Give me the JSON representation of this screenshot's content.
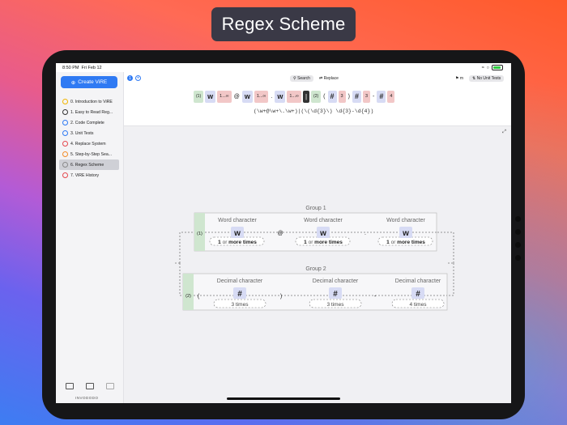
{
  "banner": {
    "title": "Regex Scheme"
  },
  "status": {
    "time": "8:50 PM",
    "date": "Fri Feb 12"
  },
  "sidebar": {
    "create_label": "Create ViRE",
    "create_icon": "plus-circle-icon",
    "items": [
      {
        "label": "0. Introduction to ViRE",
        "icon": "intro-icon",
        "color": "#f2b600"
      },
      {
        "label": "1. Easy to Read Reg...",
        "icon": "eye-icon",
        "color": "#333333"
      },
      {
        "label": "2. Code Complete",
        "icon": "code-icon",
        "color": "#2f7af3"
      },
      {
        "label": "3. Unit Tests",
        "icon": "checkmark-icon",
        "color": "#2f7af3"
      },
      {
        "label": "4. Replace System",
        "icon": "replace-icon",
        "color": "#e5484d"
      },
      {
        "label": "5. Step-by-Step Sea...",
        "icon": "play-icon",
        "color": "#f28c28"
      },
      {
        "label": "6. Regex Scheme",
        "icon": "scheme-icon",
        "color": "#8a8a8a"
      },
      {
        "label": "7. ViRE History",
        "icon": "book-icon",
        "color": "#e5484d"
      }
    ],
    "active_index": 6,
    "bottom_label": "INVODODO"
  },
  "toolbar": {
    "tab_number": "1",
    "add_tab": "+",
    "search_label": "Search",
    "replace_label": "Replace",
    "m_label": "m",
    "tests_label": "No Unit Tests"
  },
  "tokens": [
    {
      "kind": "grp",
      "text": "(1)"
    },
    {
      "kind": "wd",
      "text": "w"
    },
    {
      "kind": "q",
      "text": "1...∞"
    },
    {
      "kind": "lit",
      "text": "@"
    },
    {
      "kind": "wd",
      "text": "w"
    },
    {
      "kind": "q",
      "text": "1...∞"
    },
    {
      "kind": "lit",
      "text": "."
    },
    {
      "kind": "wd",
      "text": "w"
    },
    {
      "kind": "q",
      "text": "1...∞"
    },
    {
      "kind": "pipe",
      "text": "|"
    },
    {
      "kind": "grp",
      "text": "(2)"
    },
    {
      "kind": "lit",
      "text": "("
    },
    {
      "kind": "dg",
      "text": "#"
    },
    {
      "kind": "q",
      "text": "3"
    },
    {
      "kind": "lit",
      "text": ")"
    },
    {
      "kind": "dg",
      "text": "#"
    },
    {
      "kind": "q",
      "text": "3"
    },
    {
      "kind": "lit",
      "text": "-"
    },
    {
      "kind": "dg",
      "text": "#"
    },
    {
      "kind": "q",
      "text": "4"
    }
  ],
  "regex": "(\\w+@\\w+\\.\\w+)|(\\(\\d{3}\\) \\d{3}-\\d{4})",
  "diagram": {
    "group1": {
      "title": "Group 1",
      "badge": "(1)",
      "cells": [
        {
          "label": "Word character",
          "glyph": "w",
          "quant_pre": "1",
          "quant_or": "or",
          "quant_post": "more times"
        },
        {
          "label": "Word character",
          "glyph": "w",
          "quant_pre": "1",
          "quant_or": "or",
          "quant_post": "more times"
        },
        {
          "label": "Word character",
          "glyph": "w",
          "quant_pre": "1",
          "quant_or": "or",
          "quant_post": "more times"
        }
      ],
      "separators": [
        "@",
        "."
      ]
    },
    "group2": {
      "title": "Group 2",
      "badge": "(2)",
      "open_paren": "(",
      "close_paren": ")",
      "dash": "-",
      "cells": [
        {
          "label": "Decimal character",
          "glyph": "#",
          "quant": "3 times"
        },
        {
          "label": "Decimal character",
          "glyph": "#",
          "quant": "3 times"
        },
        {
          "label": "Decimal character",
          "glyph": "#",
          "quant": "4 times"
        }
      ]
    }
  },
  "colors": {
    "accent": "#2f7af3",
    "group_green": "#cfe6cf",
    "char_blue": "#d7dbf4",
    "quant_red": "#f2c7c7"
  }
}
